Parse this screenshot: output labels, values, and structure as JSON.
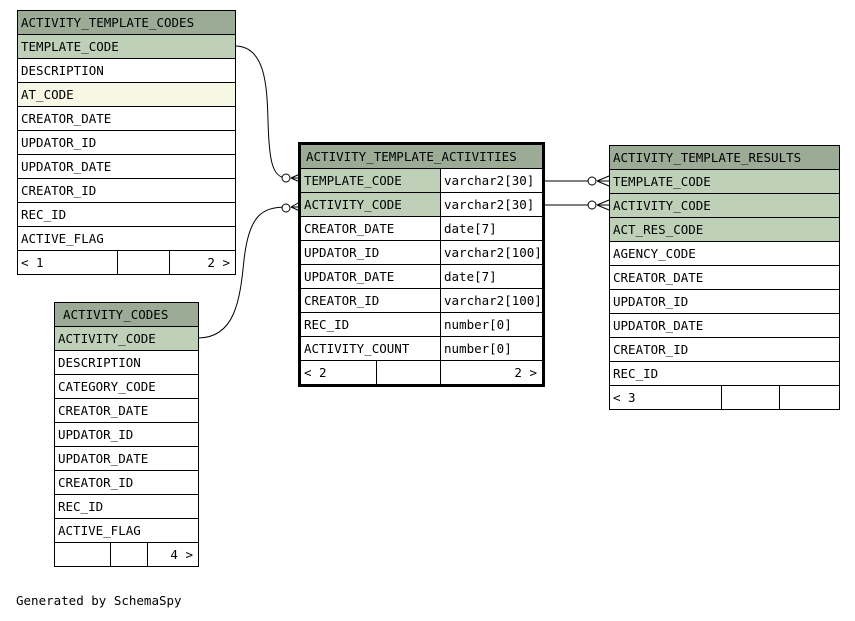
{
  "tables": {
    "activity_template_codes": {
      "title": "ACTIVITY_TEMPLATE_CODES",
      "columns": [
        "TEMPLATE_CODE",
        "DESCRIPTION",
        "AT_CODE",
        "CREATOR_DATE",
        "UPDATOR_ID",
        "UPDATOR_DATE",
        "CREATOR_ID",
        "REC_ID",
        "ACTIVE_FLAG"
      ],
      "footer": {
        "left": "< 1",
        "mid": "",
        "right": "2 >"
      }
    },
    "activity_codes": {
      "title": "ACTIVITY_CODES",
      "columns": [
        "ACTIVITY_CODE",
        "DESCRIPTION",
        "CATEGORY_CODE",
        "CREATOR_DATE",
        "UPDATOR_ID",
        "UPDATOR_DATE",
        "CREATOR_ID",
        "REC_ID",
        "ACTIVE_FLAG"
      ],
      "footer": {
        "left": "",
        "mid": "",
        "right": "4 >"
      }
    },
    "activity_template_activities": {
      "title": "ACTIVITY_TEMPLATE_ACTIVITIES",
      "columns": [
        {
          "name": "TEMPLATE_CODE",
          "type": "varchar2[30]"
        },
        {
          "name": "ACTIVITY_CODE",
          "type": "varchar2[30]"
        },
        {
          "name": "CREATOR_DATE",
          "type": "date[7]"
        },
        {
          "name": "UPDATOR_ID",
          "type": "varchar2[100]"
        },
        {
          "name": "UPDATOR_DATE",
          "type": "date[7]"
        },
        {
          "name": "CREATOR_ID",
          "type": "varchar2[100]"
        },
        {
          "name": "REC_ID",
          "type": "number[0]"
        },
        {
          "name": "ACTIVITY_COUNT",
          "type": "number[0]"
        }
      ],
      "footer": {
        "left": "< 2",
        "mid": "",
        "right": "2 >"
      }
    },
    "activity_template_results": {
      "title": "ACTIVITY_TEMPLATE_RESULTS",
      "columns": [
        "TEMPLATE_CODE",
        "ACTIVITY_CODE",
        "ACT_RES_CODE",
        "AGENCY_CODE",
        "CREATOR_DATE",
        "UPDATOR_ID",
        "UPDATOR_DATE",
        "CREATOR_ID",
        "REC_ID"
      ],
      "footer": {
        "left": "< 3",
        "mid": "",
        "right": ""
      }
    }
  },
  "footer_text": "Generated by SchemaSpy",
  "colors": {
    "header": "#9bab96",
    "key": "#bed1b8",
    "indexed": "#f6f7e4",
    "background": "#ffffff"
  }
}
